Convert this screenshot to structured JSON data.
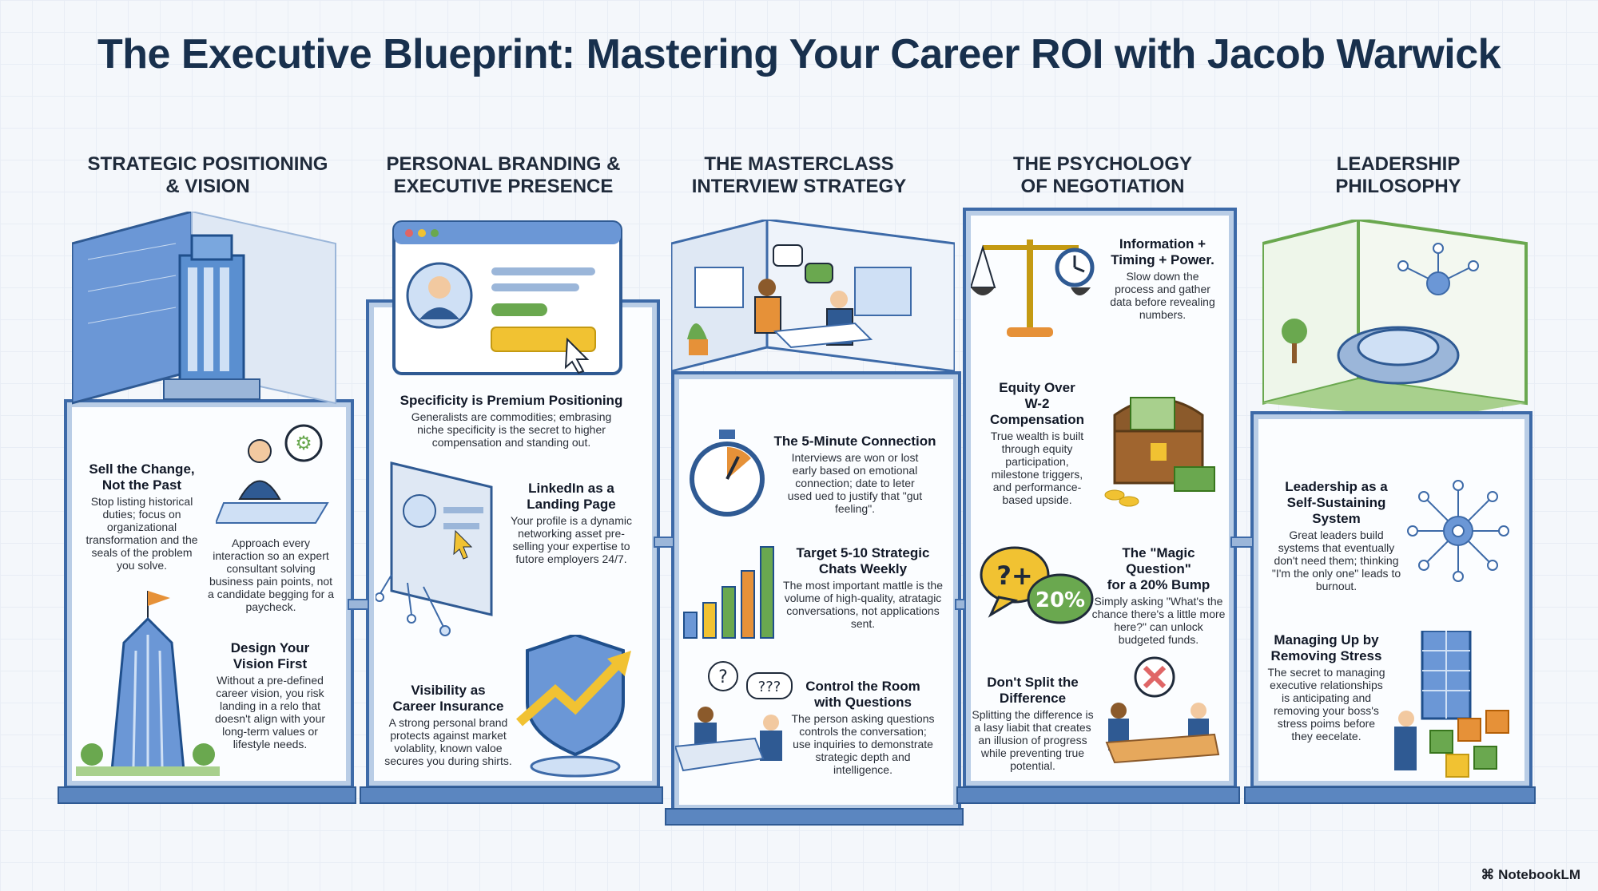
{
  "title": "The Executive Blueprint: Mastering Your Career ROI with Jacob Warwick",
  "brand": "NotebookLM",
  "columns": [
    {
      "heading": "STRATEGIC POSITIONING\n& VISION",
      "blocks": [
        {
          "heading": "Sell the Change,\nNot the Past",
          "body": "Stop listing historical duties; focus on organizational transformation and the seals of the problem you solve."
        },
        {
          "heading": "",
          "body": "Approach every interaction so an expert consultant solving business pain points, not a candidate begging for a paycheck."
        },
        {
          "heading": "Design Your\nVision First",
          "body": "Without a pre-defined career vision, you risk landing in a relo that doesn't align with your long-term values or lifestyle needs."
        }
      ]
    },
    {
      "heading": "PERSONAL BRANDING &\nEXECUTIVE PRESENCE",
      "blocks": [
        {
          "heading": "Specificity is Premium Positioning",
          "body": "Generalists are commodities; embrasing niche specificity is the secret to higher compensation and standing out."
        },
        {
          "heading": "LinkedIn as a\nLanding Page",
          "body": "Your profile is a dynamic networking asset pre-selling your expertise to futore employers 24/7."
        },
        {
          "heading": "Visibility as\nCareer Insurance",
          "body": "A strong personal brand protects against market volablity, known valoe secures you during shirts."
        }
      ]
    },
    {
      "heading": "THE MASTERCLASS\nINTERVIEW STRATEGY",
      "blocks": [
        {
          "heading": "The 5-Minute Connection",
          "body": "Interviews are won or lost early based on emotional connection; date to leter used ued to justify that \"gut feeling\"."
        },
        {
          "heading": "Target 5-10 Strategic\nChats Weekly",
          "body": "The most important mattle is the volume of high-quality, atratagic conversations, not applications sent."
        },
        {
          "heading": "Control the Room\nwith Questions",
          "body": "The person asking questions controls the conversation; use inquiries to demonstrate strategic depth and intelligence."
        }
      ]
    },
    {
      "heading": "THE PSYCHOLOGY\nOF NEGOTIATION",
      "blocks": [
        {
          "heading": "Information +\nTiming + Power.",
          "body": "Slow down the process and gather data before revealing numbers."
        },
        {
          "heading": "Equity Over\nW-2\nCompensation",
          "body": "True wealth is built through equity participation, milestone triggers, and performance-based upside."
        },
        {
          "heading": "The \"Magic Question\"\nfor a 20% Bump",
          "body": "Simply asking \"What's the chance there's a little more here?\" can unlock budgeted funds."
        },
        {
          "heading": "Don't Split the\nDifference",
          "body": "Splitting the difference is a lasy liabit that creates an illusion of progress while preventing true potential."
        }
      ]
    },
    {
      "heading": "LEADERSHIP\nPHILOSOPHY",
      "blocks": [
        {
          "heading": "Leadership as a\nSelf-Sustaining\nSystem",
          "body": "Great leaders build systems that eventually don't need them; thinking \"I'm the only one\" leads to burnout."
        },
        {
          "heading": "Managing Up by\nRemoving Stress",
          "body": "The secret to managing executive relationships is anticipating and removing your boss's stress poims before they eecelate."
        }
      ]
    }
  ],
  "icons": {
    "question_bubble": "?+",
    "percent_bubble": "20%",
    "interview_bubbles": [
      "?",
      "???"
    ]
  },
  "colors": {
    "accent": "#3d6aa8",
    "title": "#18304d",
    "green": "#6aa84f",
    "orange": "#e69138",
    "gold": "#f1c232"
  }
}
